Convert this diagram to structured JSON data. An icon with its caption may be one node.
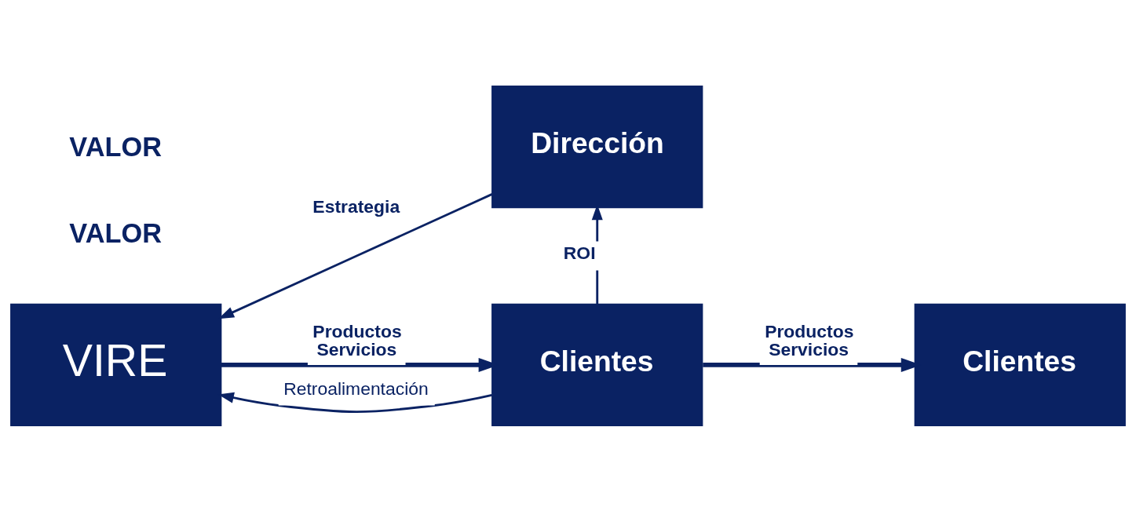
{
  "diagram": {
    "nodes": [
      {
        "text": [
          "Dirección"
        ]
      },
      {
        "text": [
          "VIRE"
        ]
      },
      {
        "text": [
          "Clientes"
        ]
      },
      {
        "text": [
          "Clientes"
        ]
      }
    ],
    "edges": [
      {
        "from": 0,
        "to": 1,
        "arrow": "to",
        "label": "Estrategia"
      },
      {
        "from": 1,
        "to": 2,
        "arrow": "to",
        "label": "Productos Servicios",
        "style": "thick"
      },
      {
        "from": 2,
        "to": 0,
        "arrow": "to",
        "label": "ROI"
      },
      {
        "from": 2,
        "to": 3,
        "arrow": "to",
        "label": "Productos Servicios",
        "style": "thick"
      },
      {
        "from": 2,
        "to": 1,
        "arrow": "to",
        "label": "Retroalimentación"
      }
    ],
    "labels": [
      "VALOR",
      "VALOR"
    ]
  }
}
